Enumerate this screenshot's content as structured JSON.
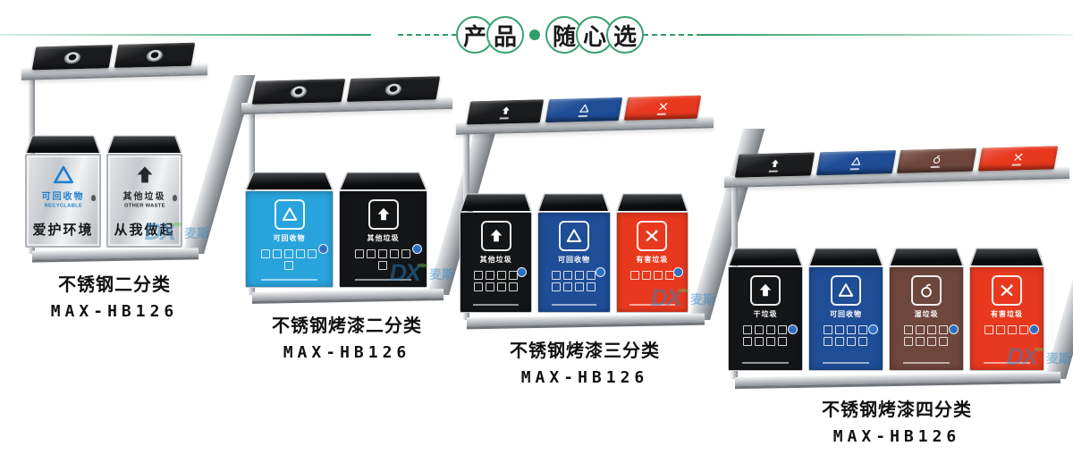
{
  "header": {
    "left_chars": [
      "产",
      "品"
    ],
    "right_chars": [
      "随",
      "心",
      "选"
    ],
    "accent_color": "#2f9e68"
  },
  "watermark": {
    "logo": "DX",
    "name": "麦斯"
  },
  "products": [
    {
      "title": "不锈钢二分类",
      "model": "MAX-HB126",
      "finish": "stainless",
      "lids": [
        {
          "type": "ashtray",
          "color": "#1a1b1d"
        },
        {
          "type": "ashtray",
          "color": "#1a1b1d"
        }
      ],
      "compartments": [
        {
          "style": "steel",
          "category": "可回收物",
          "category_en": "RECYCLABLE",
          "slogan": "爱护环境",
          "icon": "recycle",
          "accent": "#1d7fd1"
        },
        {
          "style": "steel",
          "category": "其他垃圾",
          "category_en": "OTHER WASTE",
          "slogan": "从我做起",
          "icon": "other-waste",
          "accent": "#26282b"
        }
      ]
    },
    {
      "title": "不锈钢烤漆二分类",
      "model": "MAX-HB126",
      "finish": "painted",
      "lids": [
        {
          "type": "ashtray",
          "color": "#1a1b1d"
        },
        {
          "type": "ashtray",
          "color": "#1a1b1d"
        }
      ],
      "compartments": [
        {
          "style": "painted",
          "color": "#29a3dc",
          "category": "可回收物",
          "icon": "recycle",
          "grid": 6
        },
        {
          "style": "painted",
          "color": "#141517",
          "category": "其他垃圾",
          "icon": "other-waste",
          "grid": 6
        }
      ]
    },
    {
      "title": "不锈钢烤漆三分类",
      "model": "MAX-HB126",
      "finish": "painted",
      "lids": [
        {
          "type": "icon",
          "icon": "other-waste",
          "color": "#1c1d1f"
        },
        {
          "type": "icon",
          "icon": "recycle",
          "color": "#1f4d96"
        },
        {
          "type": "icon",
          "icon": "hazard",
          "color": "#e8391f"
        }
      ],
      "compartments": [
        {
          "style": "painted",
          "color": "#141517",
          "category": "其他垃圾",
          "icon": "other-waste",
          "grid": 8
        },
        {
          "style": "painted",
          "color": "#1f4d96",
          "category": "可回收物",
          "icon": "recycle",
          "grid": 8
        },
        {
          "style": "painted",
          "color": "#e8391f",
          "category": "有害垃圾",
          "icon": "hazard",
          "grid": 4
        }
      ]
    },
    {
      "title": "不锈钢烤漆四分类",
      "model": "MAX-HB126",
      "finish": "painted",
      "lids": [
        {
          "type": "icon",
          "icon": "other-waste",
          "color": "#1c1d1f"
        },
        {
          "type": "icon",
          "icon": "recycle",
          "color": "#1f4d96"
        },
        {
          "type": "icon",
          "icon": "wet-waste",
          "color": "#6e463c"
        },
        {
          "type": "icon",
          "icon": "hazard",
          "color": "#e8391f"
        }
      ],
      "compartments": [
        {
          "style": "painted",
          "color": "#141517",
          "category": "干垃圾",
          "icon": "other-waste",
          "grid": 8
        },
        {
          "style": "painted",
          "color": "#1f4d96",
          "category": "可回收物",
          "icon": "recycle",
          "grid": 8
        },
        {
          "style": "painted",
          "color": "#6e463c",
          "category": "湿垃圾",
          "icon": "wet-waste",
          "grid": 8
        },
        {
          "style": "painted",
          "color": "#e8391f",
          "category": "有害垃圾",
          "icon": "hazard",
          "grid": 4
        }
      ]
    }
  ]
}
